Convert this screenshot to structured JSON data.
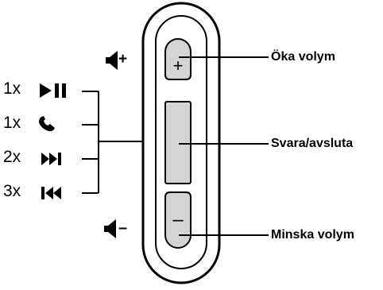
{
  "remote": {
    "volume_up_button": {
      "symbol": "+"
    },
    "answer_button": {},
    "volume_down_button": {
      "symbol": "–"
    }
  },
  "callouts": {
    "volume_up": "Öka volym",
    "answer_end": "Svara/avsluta",
    "volume_down": "Minska volym"
  },
  "press_actions": [
    {
      "count": "1x",
      "icon": "play-pause-icon"
    },
    {
      "count": "1x",
      "icon": "phone-icon"
    },
    {
      "count": "2x",
      "icon": "next-track-icon"
    },
    {
      "count": "3x",
      "icon": "previous-track-icon"
    }
  ],
  "volume_indicators": {
    "up": {
      "icon": "speaker-icon",
      "symbol": "+"
    },
    "down": {
      "icon": "speaker-icon",
      "symbol": "–"
    }
  }
}
